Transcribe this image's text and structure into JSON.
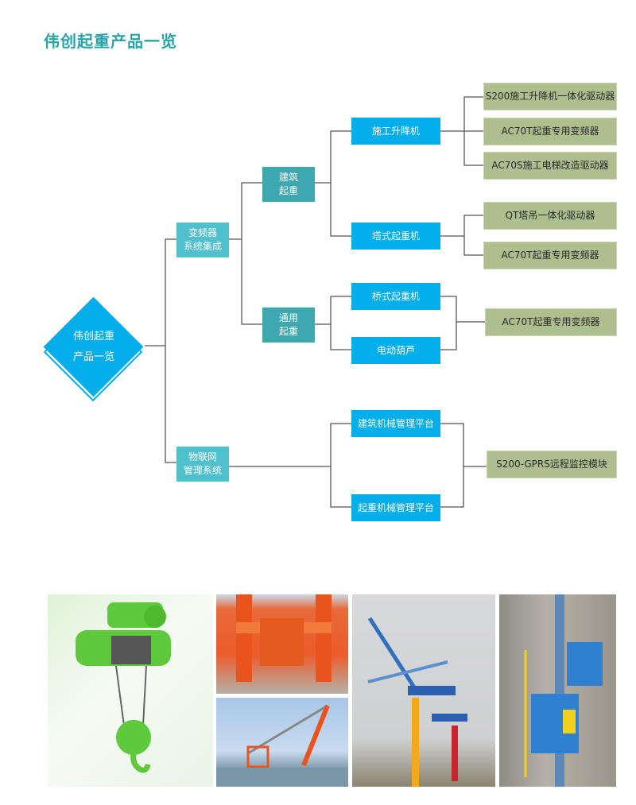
{
  "title": "伟创起重产品一览",
  "root": {
    "line1": "伟创起重",
    "line2": "产品一览"
  },
  "level1": [
    {
      "line1": "变频器",
      "line2": "系统集成"
    },
    {
      "line1": "物联网",
      "line2": "管理系统"
    }
  ],
  "level2": [
    {
      "line1": "建筑",
      "line2": "起重"
    },
    {
      "line1": "通用",
      "line2": "起重"
    }
  ],
  "level3": [
    {
      "label": "施工升降机"
    },
    {
      "label": "塔式起重机"
    },
    {
      "label": "桥式起重机"
    },
    {
      "label": "电动葫芦"
    },
    {
      "label": "建筑机械管理平台"
    },
    {
      "label": "起重机械管理平台"
    }
  ],
  "products": [
    {
      "label": "S200施工升降机一体化驱动器"
    },
    {
      "label": "AC70T起重专用变频器"
    },
    {
      "label": "AC70S施工电梯改造驱动器"
    },
    {
      "label": "QT塔吊一体化驱动器"
    },
    {
      "label": "AC70T起重专用变频器"
    },
    {
      "label": "AC70T起重专用变频器"
    },
    {
      "label": "S200-GPRS远程监控模块"
    }
  ],
  "photos": [
    {
      "alt": "电动葫芦"
    },
    {
      "alt": "门式起重机"
    },
    {
      "alt": "浮式起重机"
    },
    {
      "alt": "塔式起重机"
    },
    {
      "alt": "施工升降机"
    }
  ],
  "colors": {
    "title": "#2aa3a8",
    "blue": "#04aeea",
    "teal": "#4fc0cc",
    "dark_teal": "#3ea8b0",
    "product": "#adbf8e"
  }
}
